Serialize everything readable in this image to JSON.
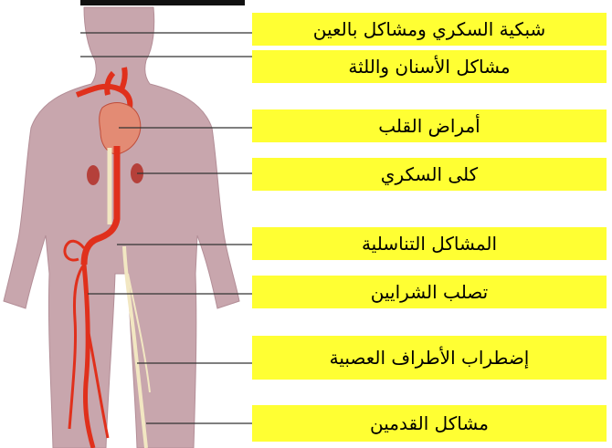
{
  "labels": [
    "شبكية السكري ومشاكل بالعين",
    "مشاكل الأسنان واللثة",
    "أمراض القلب",
    "كلى السكري",
    "المشاكل التناسلية",
    "تصلب الشرايين",
    "إضطراب الأطراف العصبية",
    "مشاكل القدمين"
  ],
  "colors": {
    "label_bg": "#ffff33",
    "body_skin": "#c8a6ad",
    "artery": "#e0301c",
    "nerve": "#f2e7c2",
    "kidney": "#b5403a",
    "leader_line": "#333333"
  }
}
